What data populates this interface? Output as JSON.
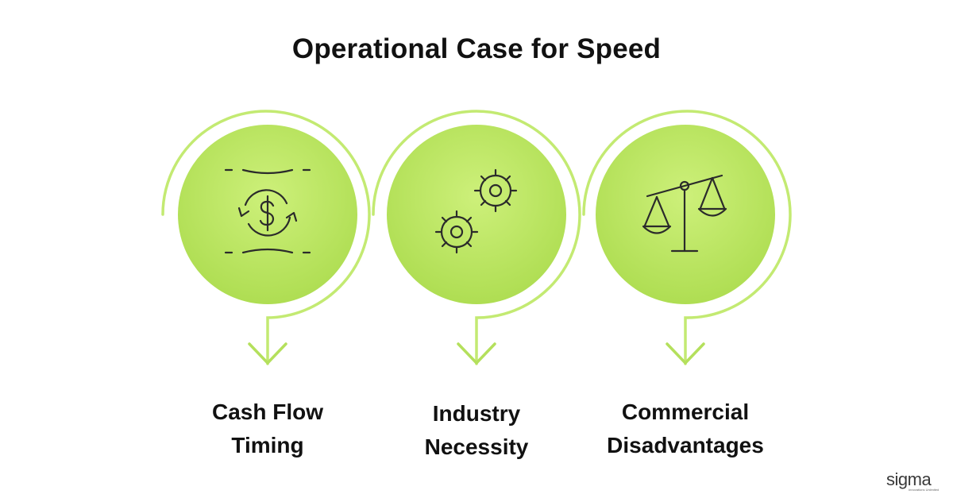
{
  "title": "Operational Case for Speed",
  "colors": {
    "circle_fill": "#b5e35c",
    "circle_fill_light": "#cdf07a",
    "ring_stroke": "#bfe86a",
    "icon_stroke": "#2b2b2b",
    "text": "#111111"
  },
  "items": [
    {
      "icon": "dollar-cycle-icon",
      "line1": "Cash Flow",
      "line2": "Timing"
    },
    {
      "icon": "gears-icon",
      "line1": "Industry",
      "line2": "Necessity"
    },
    {
      "icon": "balance-scale-icon",
      "line1": "Commercial",
      "line2": "Disadvantages"
    }
  ],
  "logo": {
    "word": "sigma",
    "tagline": "Innovations Unlimited"
  }
}
